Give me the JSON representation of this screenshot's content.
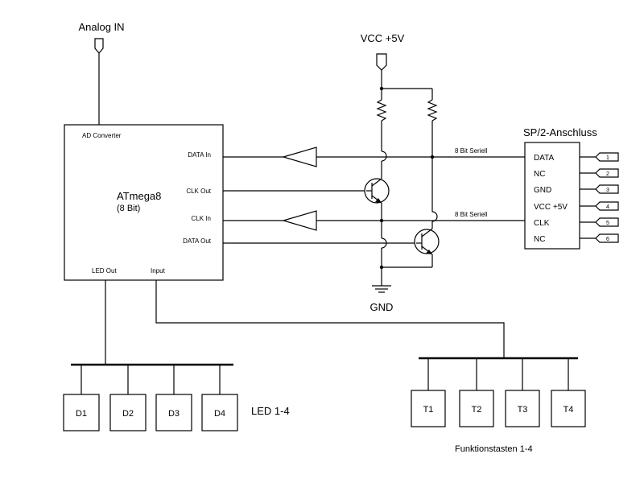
{
  "analog_in": "Analog IN",
  "vcc_label": "VCC +5V",
  "gnd_label": "GND",
  "mcu": {
    "ad_converter": "AD Converter",
    "name": "ATmega8",
    "bits": "(8 Bit)",
    "data_in": "DATA In",
    "clk_out": "CLK Out",
    "clk_in": "CLK In",
    "data_out": "DATA Out",
    "led_out": "LED Out",
    "input": "Input"
  },
  "serial_top": "8 Bit Seriell",
  "serial_bottom": "8 Bit Seriell",
  "connector": {
    "title": "SP/2-Anschluss",
    "pins": [
      {
        "label": "DATA",
        "num": "1"
      },
      {
        "label": "NC",
        "num": "2"
      },
      {
        "label": "GND",
        "num": "3"
      },
      {
        "label": "VCC +5V",
        "num": "4"
      },
      {
        "label": "CLK",
        "num": "5"
      },
      {
        "label": "NC",
        "num": "6"
      }
    ]
  },
  "leds": [
    "D1",
    "D2",
    "D3",
    "D4"
  ],
  "leds_label": "LED 1-4",
  "keys": [
    "T1",
    "T2",
    "T3",
    "T4"
  ],
  "keys_label": "Funktionstasten 1-4"
}
